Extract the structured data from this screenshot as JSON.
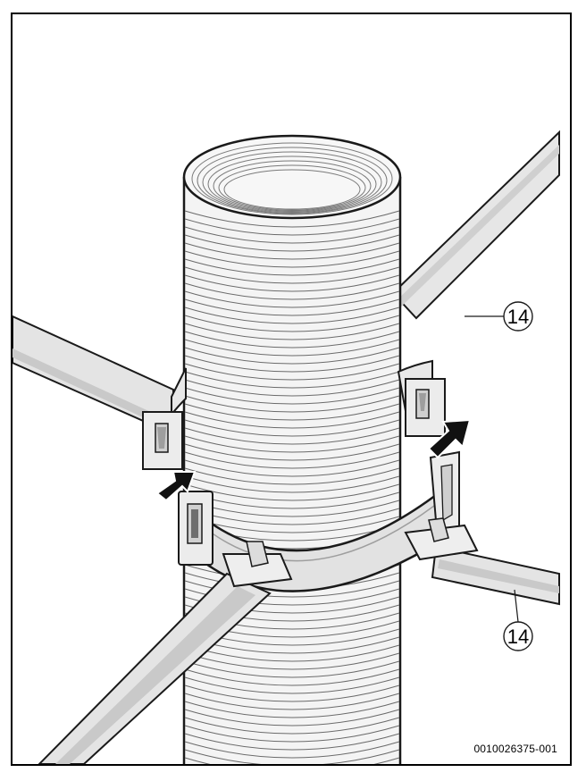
{
  "figure": {
    "callouts": [
      {
        "label": "14"
      },
      {
        "label": "14"
      }
    ],
    "figure_id": "0010026375-001"
  },
  "colors": {
    "line": "#1a1a1a",
    "strap_fill": "#e4e4e4",
    "strap_edge": "#bdbdbd",
    "hose_fill": "#f4f4f4",
    "arrow": "#111111"
  }
}
